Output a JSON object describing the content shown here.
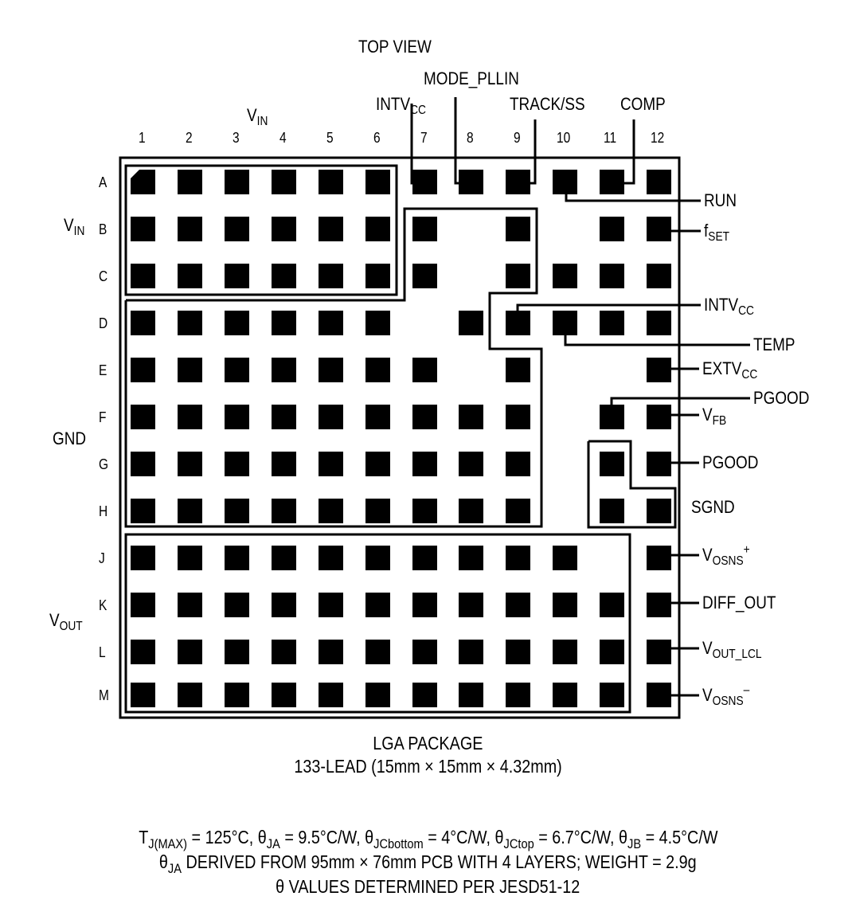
{
  "title": "TOP VIEW",
  "column_numbers": [
    "1",
    "2",
    "3",
    "4",
    "5",
    "6",
    "7",
    "8",
    "9",
    "10",
    "11",
    "12"
  ],
  "row_letters": [
    "A",
    "B",
    "C",
    "D",
    "E",
    "F",
    "G",
    "H",
    "J",
    "K",
    "L",
    "M"
  ],
  "top_labels": {
    "vin": {
      "main": "V",
      "sub": "IN"
    },
    "intvcc": {
      "main": "INTV",
      "sub": "CC"
    },
    "mode_pllin": "MODE_PLLIN",
    "track_ss": "TRACK/SS",
    "comp": "COMP"
  },
  "left_labels": {
    "vin": {
      "main": "V",
      "sub": "IN"
    },
    "gnd": "GND",
    "vout": {
      "main": "V",
      "sub": "OUT"
    }
  },
  "right_labels": {
    "run": "RUN",
    "fset": {
      "main": "f",
      "sub": "SET"
    },
    "intvcc": {
      "main": "INTV",
      "sub": "CC"
    },
    "temp": "TEMP",
    "extvcc": {
      "main": "EXTV",
      "sub": "CC"
    },
    "pgood_f11": "PGOOD",
    "vfb": {
      "main": "V",
      "sub": "FB"
    },
    "pgood_g12": "PGOOD",
    "sgnd": "SGND",
    "vosns_plus": {
      "main": "V",
      "sub": "OSNS",
      "sup": "+"
    },
    "diff_out": "DIFF_OUT",
    "vout_lcl": {
      "main": "V",
      "sub": "OUT_LCL"
    },
    "vosns_minus": {
      "main": "V",
      "sub": "OSNS",
      "sup": "–"
    }
  },
  "pads": {
    "A": [
      1,
      2,
      3,
      4,
      5,
      6,
      7,
      8,
      9,
      10,
      11,
      12
    ],
    "B": [
      1,
      2,
      3,
      4,
      5,
      6,
      7,
      9,
      11,
      12
    ],
    "C": [
      1,
      2,
      3,
      4,
      5,
      6,
      7,
      9,
      10,
      11,
      12
    ],
    "D": [
      1,
      2,
      3,
      4,
      5,
      6,
      8,
      9,
      10,
      11,
      12
    ],
    "E": [
      1,
      2,
      3,
      4,
      5,
      6,
      7,
      9,
      12
    ],
    "F": [
      1,
      2,
      3,
      4,
      5,
      6,
      7,
      8,
      9,
      11,
      12
    ],
    "G": [
      1,
      2,
      3,
      4,
      5,
      6,
      7,
      8,
      9,
      11,
      12
    ],
    "H": [
      1,
      2,
      3,
      4,
      5,
      6,
      7,
      8,
      9,
      11,
      12
    ],
    "J": [
      1,
      2,
      3,
      4,
      5,
      6,
      7,
      8,
      9,
      10,
      12
    ],
    "K": [
      1,
      2,
      3,
      4,
      5,
      6,
      7,
      8,
      9,
      10,
      11,
      12
    ],
    "L": [
      1,
      2,
      3,
      4,
      5,
      6,
      7,
      8,
      9,
      10,
      11,
      12
    ],
    "M": [
      1,
      2,
      3,
      4,
      5,
      6,
      7,
      8,
      9,
      10,
      11,
      12
    ]
  },
  "package": {
    "name": "LGA PACKAGE",
    "dimensions": "133-LEAD (15mm × 15mm × 4.32mm)"
  },
  "thermal": {
    "line1": [
      {
        "t": "T"
      },
      {
        "s": "J(MAX)"
      },
      {
        "t": " = 125°C, θ"
      },
      {
        "s": "JA"
      },
      {
        "t": " = 9.5°C/W, θ"
      },
      {
        "s": "JCbottom"
      },
      {
        "t": " = 4°C/W, θ"
      },
      {
        "s": "JCtop"
      },
      {
        "t": " = 6.7°C/W, θ"
      },
      {
        "s": "JB"
      },
      {
        "t": " = 4.5°C/W"
      }
    ],
    "line2": [
      {
        "t": "θ"
      },
      {
        "s": "JA"
      },
      {
        "t": " DERIVED FROM 95mm × 76mm PCB WITH 4 LAYERS; WEIGHT = 2.9g"
      }
    ],
    "line3": "θ VALUES DETERMINED PER JESD51-12"
  },
  "colors": {
    "ink": "#000000",
    "background": "#ffffff"
  }
}
